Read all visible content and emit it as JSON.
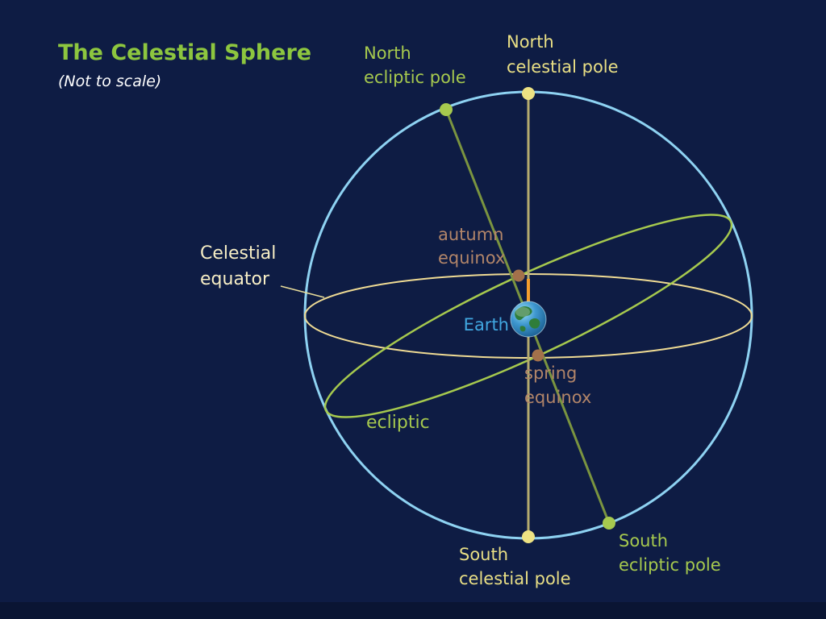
{
  "title": "The Celestial Sphere",
  "subtitle": "(Not to scale)",
  "diagram": {
    "labels": {
      "north_celestial_pole": [
        "North",
        "celestial pole"
      ],
      "north_ecliptic_pole": [
        "North",
        "ecliptic pole"
      ],
      "south_celestial_pole": [
        "South",
        "celestial pole"
      ],
      "south_ecliptic_pole": [
        "South",
        "ecliptic pole"
      ],
      "celestial_equator": [
        "Celestial",
        "equator"
      ],
      "autumn_equinox": [
        "autumn",
        "equinox"
      ],
      "spring_equinox": [
        "spring",
        "equinox"
      ],
      "ecliptic": "ecliptic",
      "earth": "Earth"
    },
    "colors": {
      "background": "#0e1c44",
      "bottom_border": "#0a1533",
      "title_green": "#8dc63f",
      "subtitle_white": "#ffffff",
      "sphere_blue": "#8ed2f2",
      "equator_yellow": "#efdb94",
      "ecliptic_green": "#a6c94e",
      "celestial_axis_tan": "#b5ab6e",
      "ecliptic_axis_green": "#7a9440",
      "pole_dot_yellow": "#ede283",
      "ecliptic_pole_dot_green": "#a6c94e",
      "equinox_dot_brown": "#a3714b",
      "equinox_text_brown": "#b28569",
      "pole_label_khaki": "#e9df85",
      "equator_label_cream": "#f7eec5",
      "pointer_line": "#e8dc9a",
      "earth_label_blue": "#41a8e1",
      "axis_highlight_orange": "#f59e2d"
    }
  }
}
